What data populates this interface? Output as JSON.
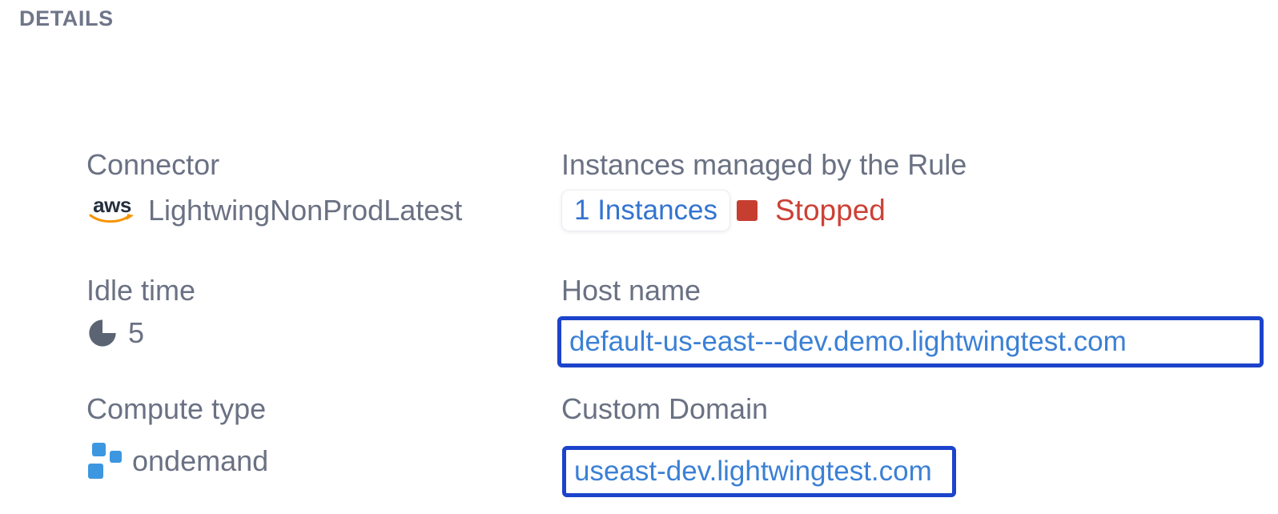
{
  "colors": {
    "section_title": "#6f7689",
    "text_slate": "#6a7183",
    "link_blue": "#3374d0",
    "domain_text_blue": "#3b80d5",
    "box_border_blue": "#1c43cb",
    "status_red": "#cc4136",
    "status_square_red": "#c63e30",
    "aws_navy": "#252f3e",
    "aws_orange": "#f79400",
    "compute_blue": "#3d97e0",
    "idle_icon_slate": "#5b6472",
    "pill_border": "#ebedf2"
  },
  "header": {
    "title": "DETAILS"
  },
  "fields": {
    "connector": {
      "label": "Connector",
      "aws_word": "aws",
      "value": "LightwingNonProdLatest"
    },
    "idle_time": {
      "label": "Idle time",
      "value": "5"
    },
    "compute_type": {
      "label": "Compute type",
      "value": "ondemand"
    },
    "instances": {
      "label": "Instances managed by the Rule",
      "count_link": "1 Instances",
      "status": "Stopped"
    },
    "host_name": {
      "label": "Host name",
      "value": "default-us-east---dev.demo.lightwingtest.com"
    },
    "custom_domain": {
      "label": "Custom Domain",
      "value": "useast-dev.lightwingtest.com"
    }
  }
}
